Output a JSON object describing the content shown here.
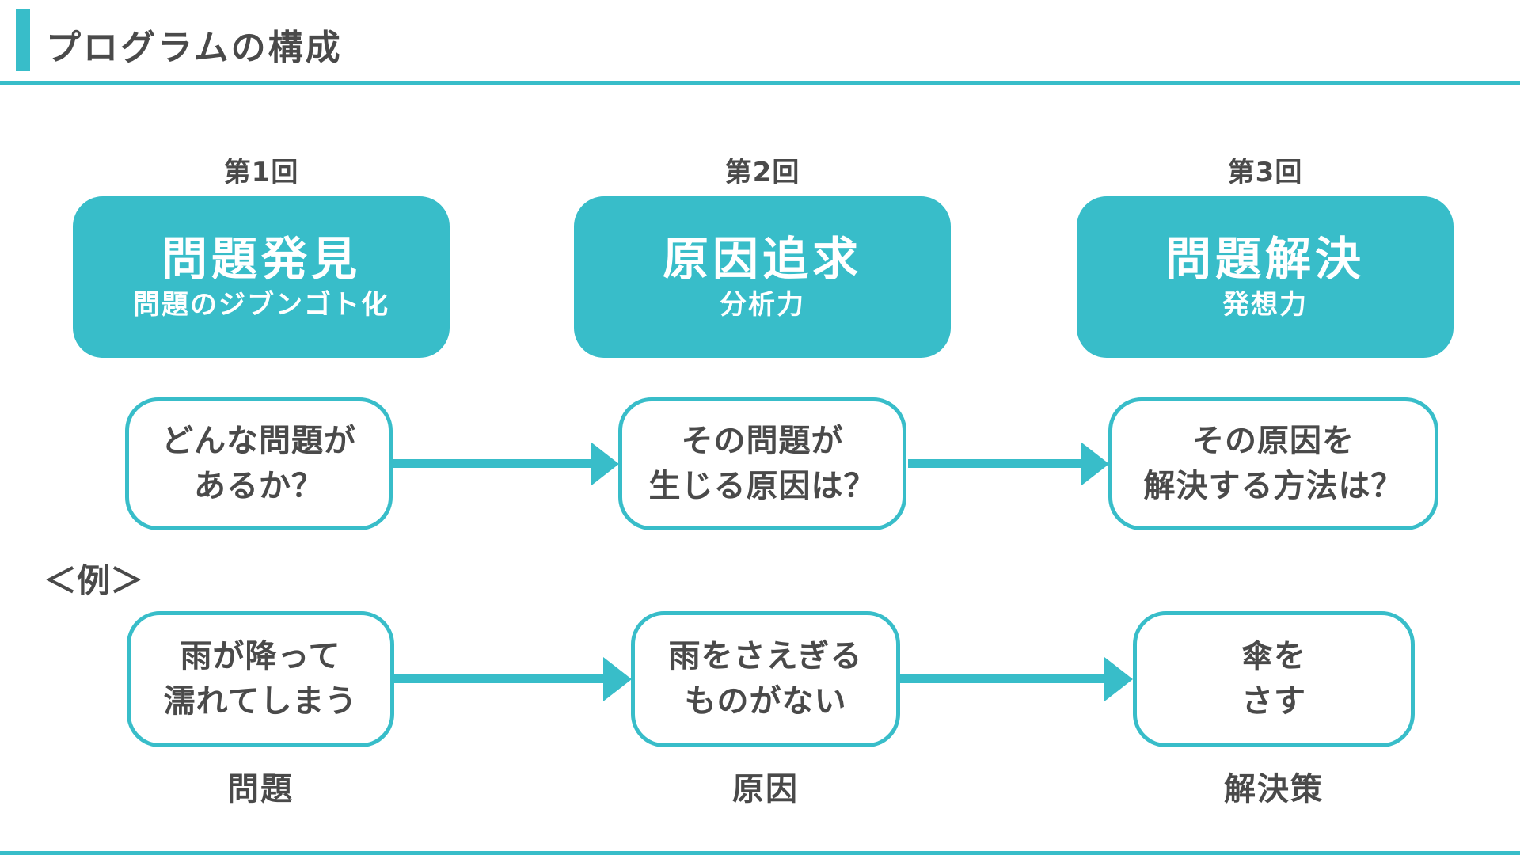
{
  "colors": {
    "accent_teal": "#38BDC9",
    "text_dark": "#4A4A4A",
    "box_text_white": "#FFFFFF"
  },
  "header": {
    "title": "プログラムの構成"
  },
  "example_heading": "＜例＞",
  "columns": [
    {
      "session": "第1回",
      "theme_title": "問題発見",
      "theme_subtitle": "問題のジブンゴト化",
      "question": "どんな問題が\nあるか？",
      "example": "雨が降って\n濡れてしまう",
      "category": "問題"
    },
    {
      "session": "第2回",
      "theme_title": "原因追求",
      "theme_subtitle": "分析力",
      "question": "その問題が\n生じる原因は？",
      "example": "雨をさえぎる\nものがない",
      "category": "原因"
    },
    {
      "session": "第3回",
      "theme_title": "問題解決",
      "theme_subtitle": "発想力",
      "question": "その原因を\n解決する方法は？",
      "example": "傘を\nさす",
      "category": "解決策"
    }
  ]
}
